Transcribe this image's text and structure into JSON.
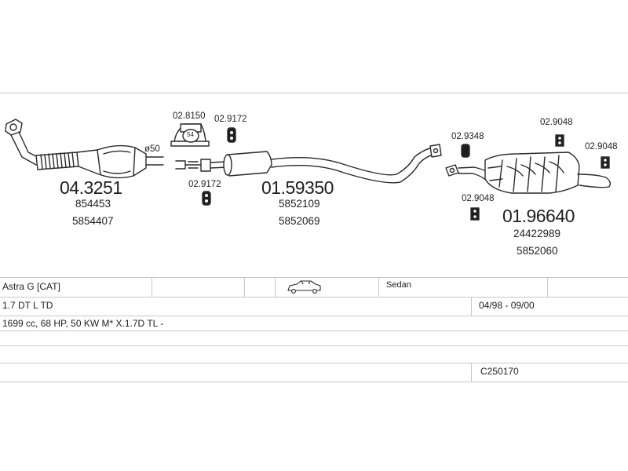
{
  "parts": {
    "catalytic_converter": {
      "number": "04.3251",
      "oem": [
        "854453",
        "5854407"
      ],
      "pipe_diameter": "ø50"
    },
    "middle_silencer": {
      "number": "01.59350",
      "oem": [
        "5852109",
        "5852069"
      ]
    },
    "rear_silencer": {
      "number": "01.96640",
      "oem": [
        "24422989",
        "5852060"
      ]
    }
  },
  "fittings": {
    "clamp": "02.8150",
    "clamp_size": "54",
    "hanger_a": "02.9172",
    "hanger_b": "02.9172",
    "rubber_mount": "02.9348",
    "hanger_c": "02.9048",
    "hanger_d": "02.9048",
    "hanger_e": "02.9048"
  },
  "vehicle": {
    "model": "Astra G  [CAT]",
    "body": "Sedan",
    "engine": "1.7 DT L TD",
    "period": "04/98 - 09/00",
    "details": "1699 cc, 68 HP, 50 KW M* X.1.7D TL -",
    "code": "C250170",
    "car_icon": "sedan-car-icon"
  }
}
